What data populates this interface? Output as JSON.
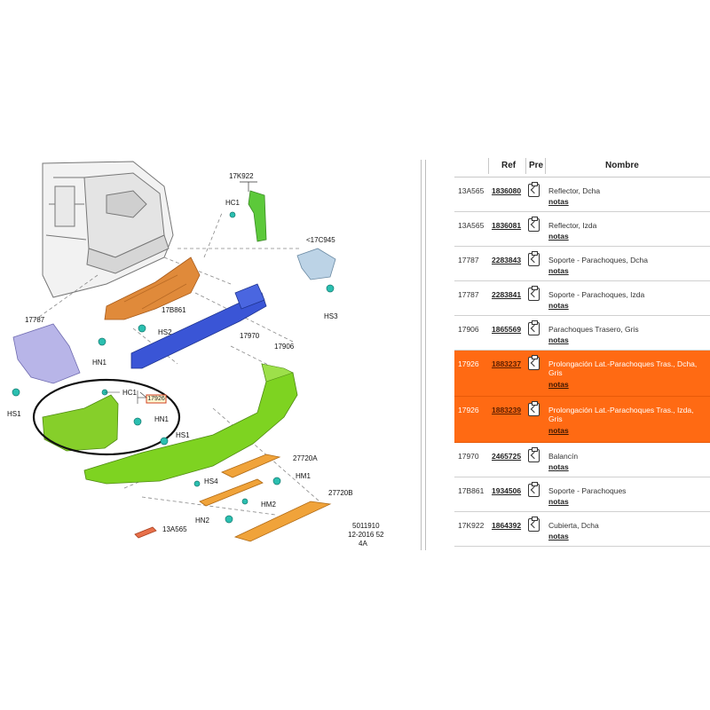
{
  "diagram": {
    "labels": {
      "c17k922": "17K922",
      "hc1_top": "HC1",
      "c17c945": "<17C945",
      "hs3": "HS3",
      "c17787": "17787",
      "c17b861": "17B861",
      "hs2": "HS2",
      "c17970": "17970",
      "c17906": "17906",
      "hn1_left": "HN1",
      "hs1_left": "HS1",
      "hc1_mid": "HC1",
      "ref_box": "17926",
      "hn1_mid": "HN1",
      "hs1_mid": "HS1",
      "c27720a": "27720A",
      "hs4": "HS4",
      "hm1": "HM1",
      "hm2": "HM2",
      "c27720b": "27720B",
      "hn2": "HN2",
      "c13a565": "13A565",
      "stamp_1": "5011910",
      "stamp_2": "12-2016 52",
      "stamp_3": "4A"
    }
  },
  "table": {
    "headers": {
      "ref": "Ref",
      "pre": "Pre",
      "name": "Nombre"
    },
    "rows": [
      {
        "code": "13A565",
        "ref": "1836080",
        "name": "Reflector, Dcha",
        "notes": "notas"
      },
      {
        "code": "13A565",
        "ref": "1836081",
        "name": "Reflector, Izda",
        "notes": "notas"
      },
      {
        "code": "17787",
        "ref": "2283843",
        "name": "Soporte - Parachoques, Dcha",
        "notes": "notas"
      },
      {
        "code": "17787",
        "ref": "2283841",
        "name": "Soporte - Parachoques, Izda",
        "notes": "notas"
      },
      {
        "code": "17906",
        "ref": "1865569",
        "name": "Parachoques Trasero, Gris",
        "notes": "notas"
      },
      {
        "code": "17926",
        "ref": "1883237",
        "name": "Prolongación Lat.-Parachoques Tras., Dcha, Gris",
        "notes": "notas"
      },
      {
        "code": "17926",
        "ref": "1883239",
        "name": "Prolongación Lat.-Parachoques Tras., Izda, Gris",
        "notes": "notas"
      },
      {
        "code": "17970",
        "ref": "2465725",
        "name": "Balancín",
        "notes": "notas"
      },
      {
        "code": "17B861",
        "ref": "1934506",
        "name": "Soporte - Parachoques",
        "notes": "notas"
      },
      {
        "code": "17K922",
        "ref": "1864392",
        "name": "Cubierta, Dcha",
        "notes": "notas"
      }
    ]
  },
  "colors": {
    "highlight": "#ff6a13",
    "bumper": "#7ed321",
    "support_blue": "#3a55d6",
    "bracket_orange": "#e08a3a",
    "clip_teal": "#2bbfb0"
  }
}
